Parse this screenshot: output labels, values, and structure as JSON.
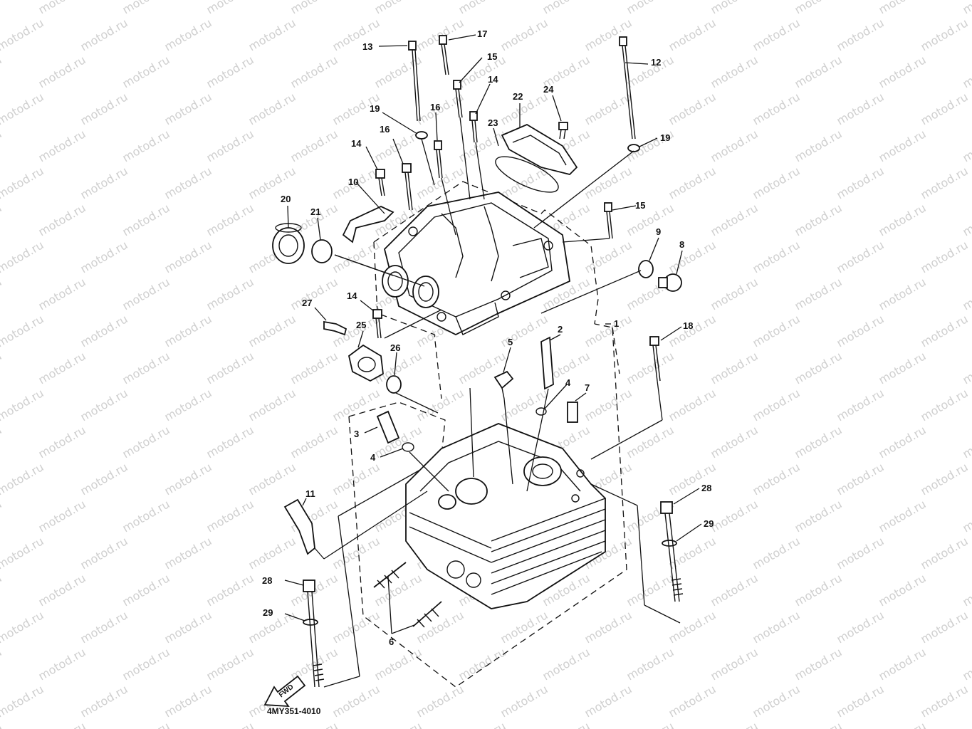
{
  "watermark": "motod.ru",
  "diagram_code": "4MY351-4010",
  "fwd_label": "FWD",
  "callouts": [
    {
      "id": "c1",
      "text": "1"
    },
    {
      "id": "c2",
      "text": "2"
    },
    {
      "id": "c3",
      "text": "3"
    },
    {
      "id": "c4a",
      "text": "4"
    },
    {
      "id": "c4b",
      "text": "4"
    },
    {
      "id": "c5",
      "text": "5"
    },
    {
      "id": "c6a",
      "text": "6"
    },
    {
      "id": "c7",
      "text": "7"
    },
    {
      "id": "c8",
      "text": "8"
    },
    {
      "id": "c9",
      "text": "9"
    },
    {
      "id": "c10",
      "text": "10"
    },
    {
      "id": "c11",
      "text": "11"
    },
    {
      "id": "c12",
      "text": "12"
    },
    {
      "id": "c13",
      "text": "13"
    },
    {
      "id": "c14a",
      "text": "14"
    },
    {
      "id": "c14b",
      "text": "14"
    },
    {
      "id": "c14c",
      "text": "14"
    },
    {
      "id": "c15a",
      "text": "15"
    },
    {
      "id": "c15b",
      "text": "15"
    },
    {
      "id": "c16a",
      "text": "16"
    },
    {
      "id": "c16b",
      "text": "16"
    },
    {
      "id": "c17",
      "text": "17"
    },
    {
      "id": "c18",
      "text": "18"
    },
    {
      "id": "c19a",
      "text": "19"
    },
    {
      "id": "c19b",
      "text": "19"
    },
    {
      "id": "c20",
      "text": "20"
    },
    {
      "id": "c21",
      "text": "21"
    },
    {
      "id": "c22",
      "text": "22"
    },
    {
      "id": "c23",
      "text": "23"
    },
    {
      "id": "c24",
      "text": "24"
    },
    {
      "id": "c25",
      "text": "25"
    },
    {
      "id": "c26",
      "text": "26"
    },
    {
      "id": "c27",
      "text": "27"
    },
    {
      "id": "c28a",
      "text": "28"
    },
    {
      "id": "c28b",
      "text": "28"
    },
    {
      "id": "c29a",
      "text": "29"
    },
    {
      "id": "c29b",
      "text": "29"
    }
  ]
}
